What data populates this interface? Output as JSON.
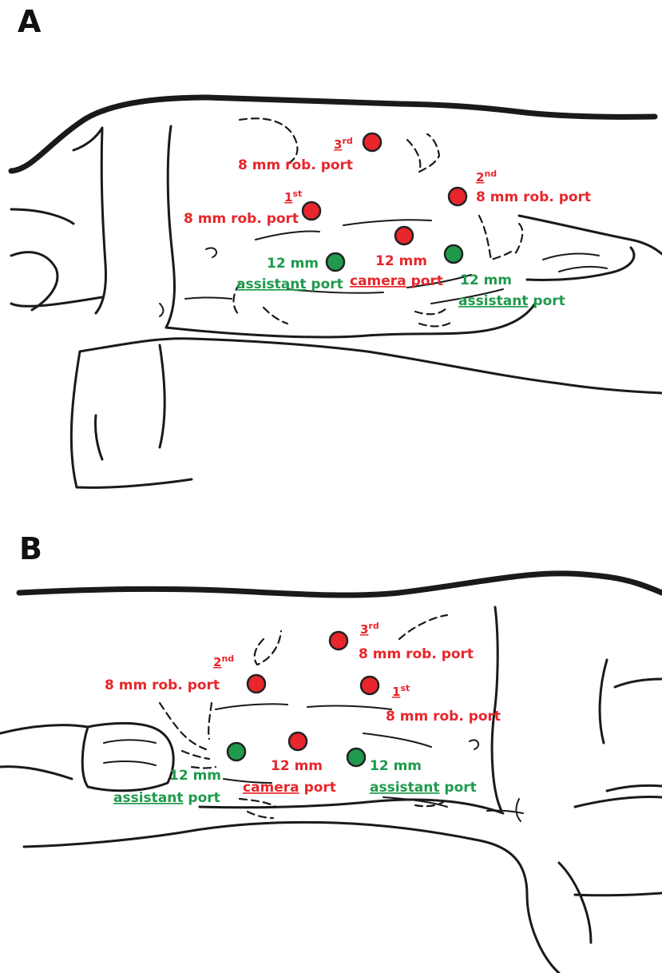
{
  "colors": {
    "robotic": "#e8262b",
    "assistant": "#1f9a4c",
    "outline": "#1a1a1a"
  },
  "panel_a": {
    "letter": "A",
    "labels": {
      "third_ord": "3",
      "third_sup": "rd",
      "third_text": "8 mm rob. port",
      "first_ord": "1",
      "first_sup": "st",
      "first_text": "8 mm rob. port",
      "second_ord": "2",
      "second_sup": "nd",
      "second_text": "8 mm rob. port",
      "camera_size": "12 mm",
      "camera_word": "camera",
      "camera_rest": " port",
      "assist_left_size": "12 mm",
      "assist_left_word": "assistant",
      "assist_left_rest": " port",
      "assist_right_size": "12 mm",
      "assist_right_word": "assistant",
      "assist_right_rest": " port"
    }
  },
  "panel_b": {
    "letter": "B",
    "labels": {
      "third_ord": "3",
      "third_sup": "rd",
      "third_text": "8 mm rob. port",
      "second_ord": "2",
      "second_sup": "nd",
      "second_text": "8 mm rob. port",
      "first_ord": "1",
      "first_sup": "st",
      "first_text": "8 mm rob. port",
      "camera_size": "12 mm",
      "camera_word": "camera",
      "camera_rest": " port",
      "assist_left_size": "12 mm",
      "assist_left_word": "assistant",
      "assist_left_rest": " port",
      "assist_right_size": "12 mm",
      "assist_right_word": "assistant",
      "assist_right_rest": " port"
    }
  }
}
